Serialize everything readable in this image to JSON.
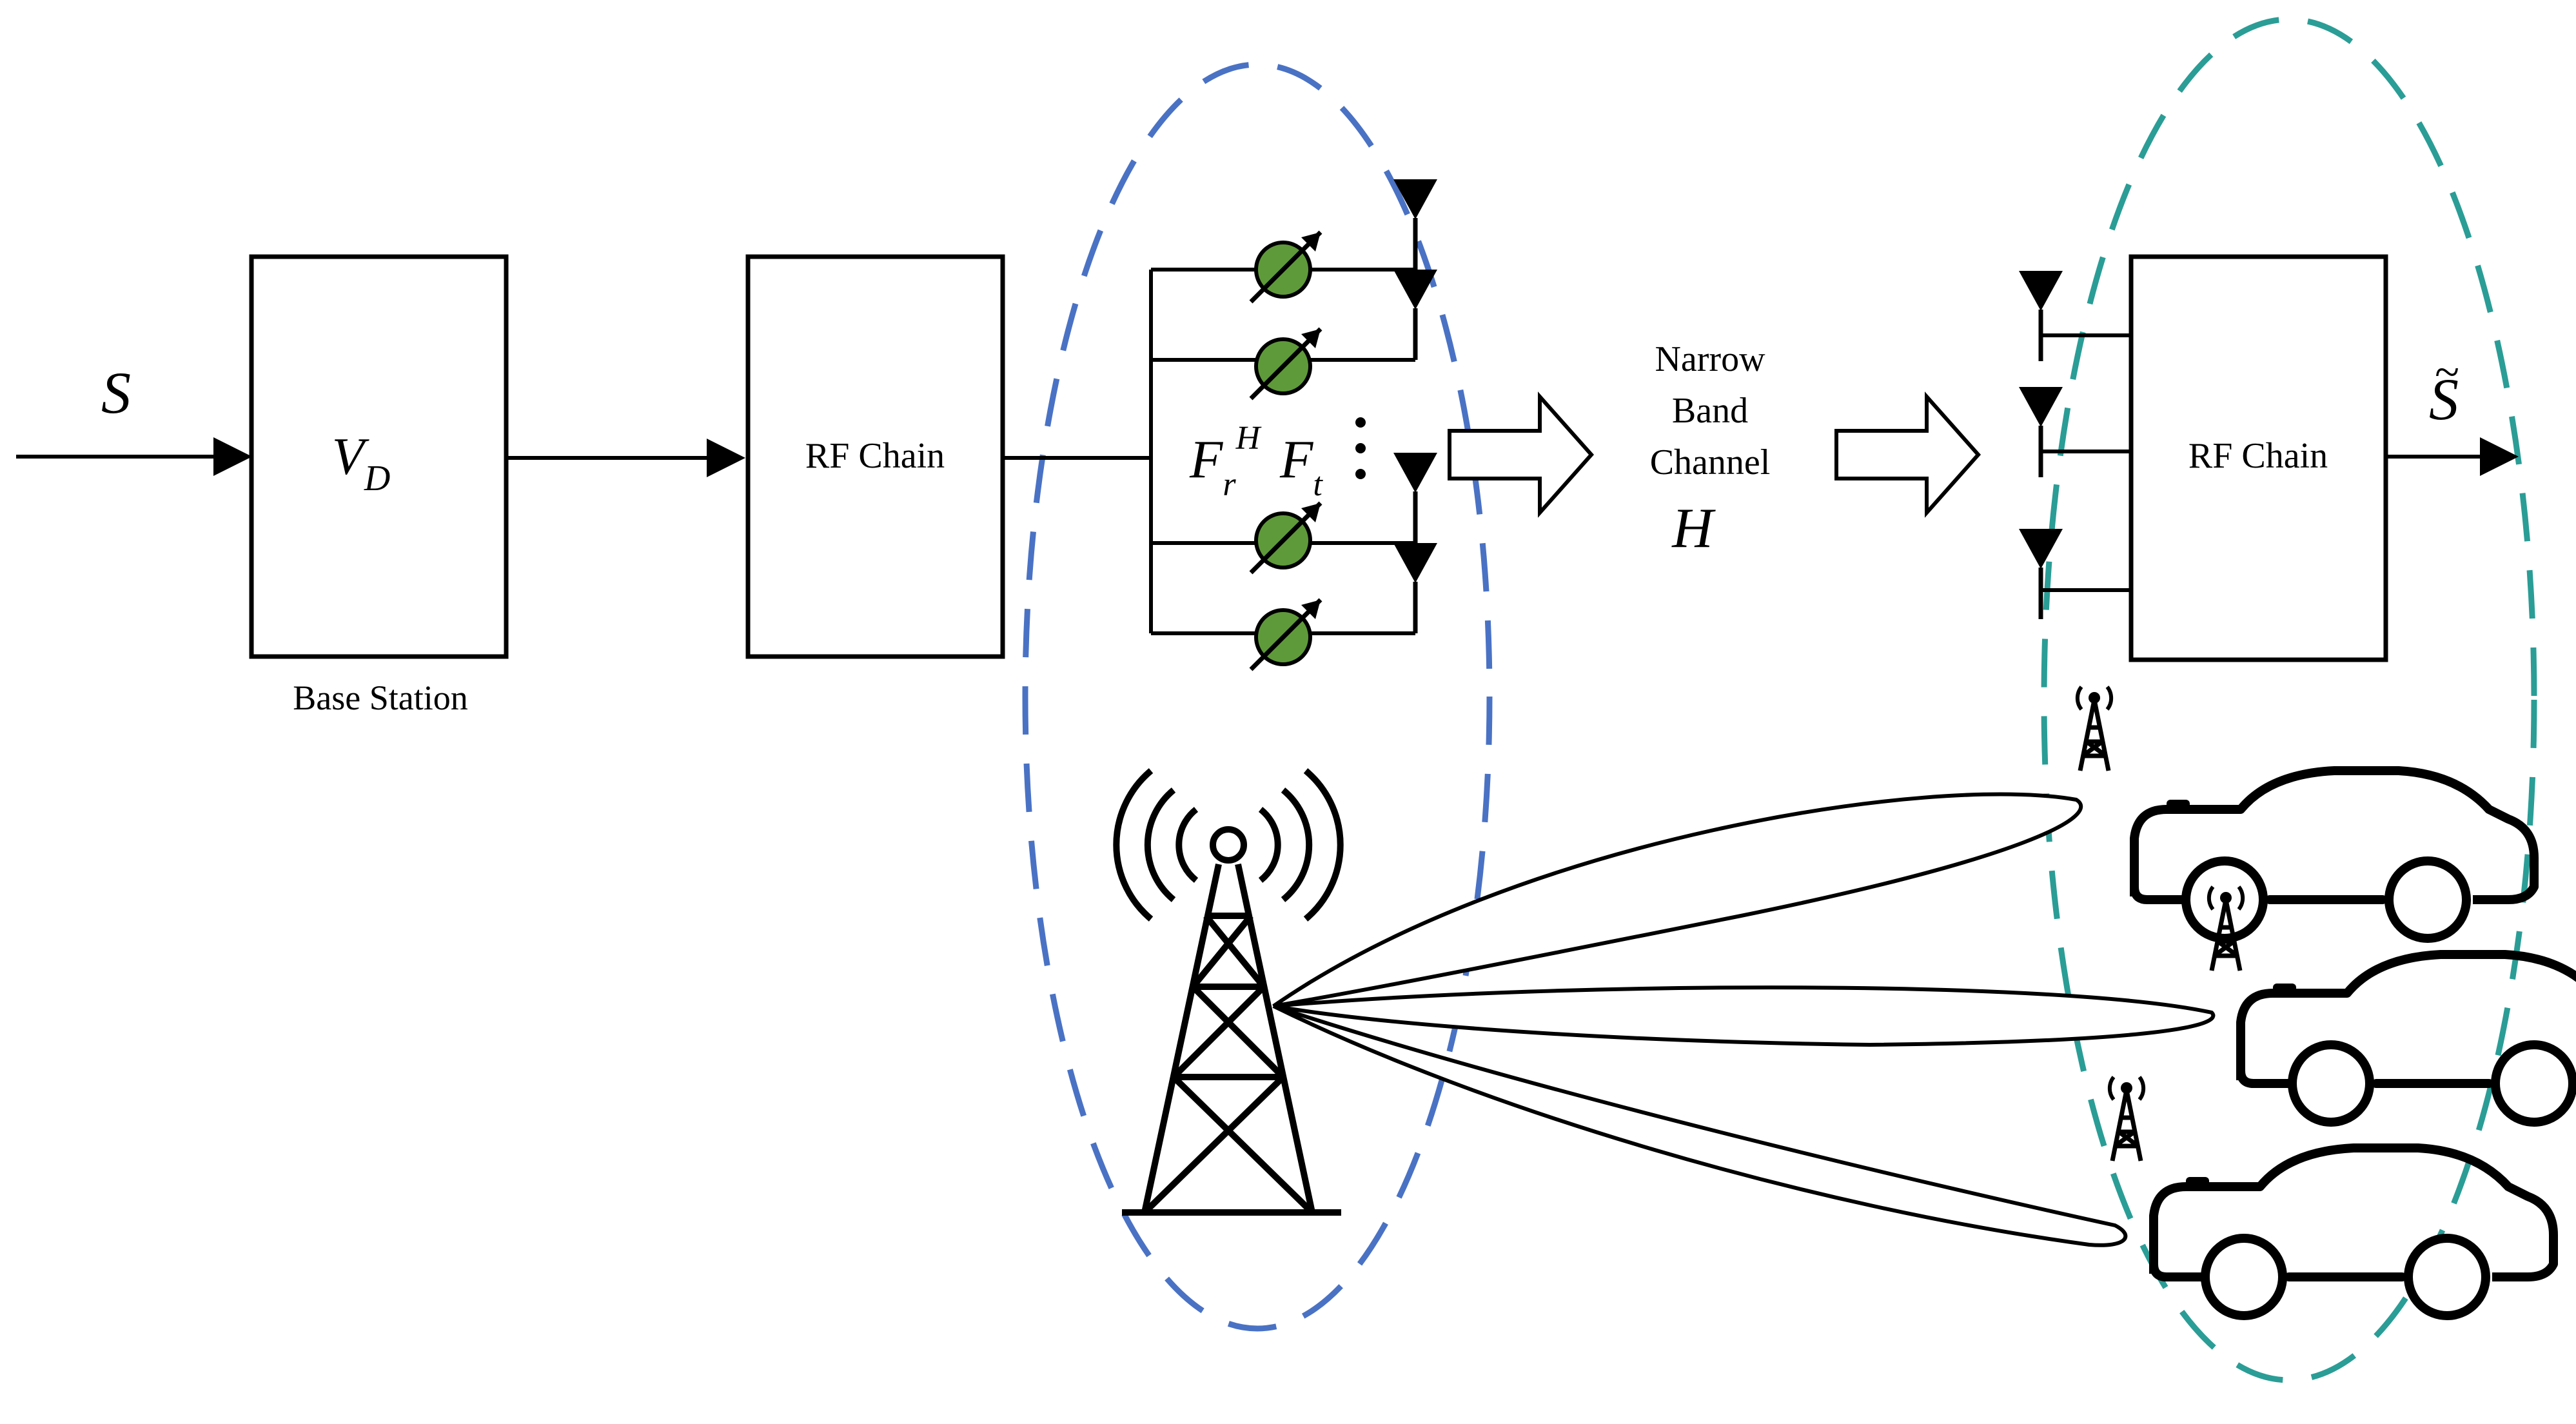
{
  "labels": {
    "input_signal": "S",
    "precoder": "V",
    "precoder_sub": "D",
    "base_station": "Base Station",
    "tx_rf_chain": "RF Chain",
    "analog_f": "F",
    "analog_r": "r",
    "analog_H": "H",
    "analog_t": "t",
    "channel_line1": "Narrow",
    "channel_line2": "Band",
    "channel_line3": "Channel",
    "channel_symbol": "H",
    "rx_rf_chain": "RF Chain",
    "output_signal": "S",
    "output_tilde": "~"
  },
  "colors": {
    "line": "#000000",
    "tx_ellipse": "#4a72c4",
    "rx_ellipse": "#2a9d96",
    "phase_shifter": "#5f9a3a"
  },
  "icons": {
    "phase_shifter": "phase-shifter-icon",
    "antenna": "antenna-icon",
    "tower": "cell-tower-icon",
    "car": "car-icon",
    "arrow": "block-arrow-icon"
  }
}
